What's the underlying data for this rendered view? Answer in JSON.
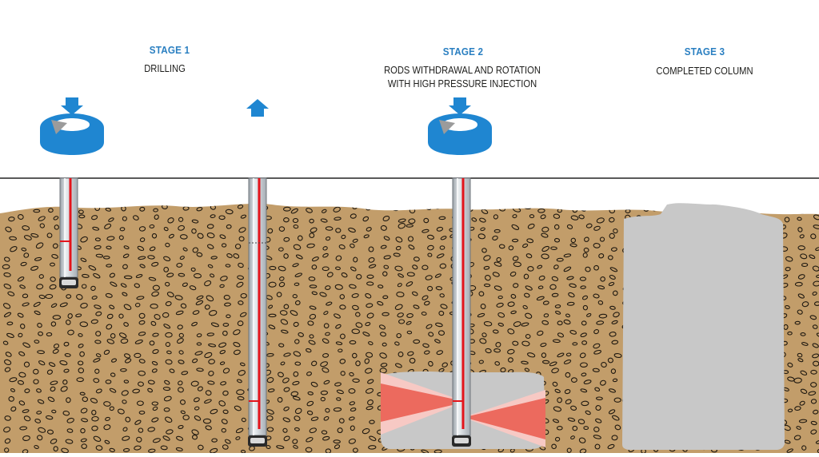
{
  "stages": [
    {
      "title": "STAGE 1",
      "lines": [
        "DRILLING"
      ]
    },
    {
      "title": "STAGE 2",
      "lines": [
        "RODS WITHDRAWAL AND ROTATION",
        "WITH HIGH PRESSURE INJECTION"
      ]
    },
    {
      "title": "STAGE 3",
      "lines": [
        "COMPLETED COLUMN"
      ]
    }
  ],
  "colors": {
    "stage_title": "#2a7fc1",
    "arrow": "#1f86d1",
    "soil": "#c29d6a",
    "pebble_outline": "#1e1810",
    "column": "#c8c8c8",
    "rod": "#c9ced3",
    "injection_line": "#e3141b",
    "jet_red": "#ec6a5e",
    "jet_light": "#f7c9c4",
    "ground_line": "#222222"
  },
  "icons": {
    "down_arrow": "down-arrow-icon",
    "up_arrow": "up-arrow-icon",
    "rotation": "rotation-icon"
  }
}
